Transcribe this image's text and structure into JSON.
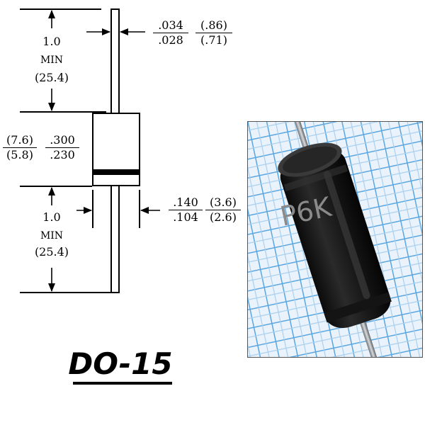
{
  "package_name": "DO-15",
  "lead_length_top": {
    "value": "1.0",
    "qualifier": "MIN",
    "metric": "(25.4)"
  },
  "lead_length_bottom": {
    "value": "1.0",
    "qualifier": "MIN",
    "metric": "(25.4)"
  },
  "lead_diameter": {
    "inch_max": ".034",
    "inch_min": ".028",
    "mm_max": "(.86)",
    "mm_min": "(.71)"
  },
  "body_length": {
    "inch_max": ".300",
    "inch_min": ".230",
    "mm_max": "(7.6)",
    "mm_min": "(5.8)"
  },
  "body_diameter": {
    "inch_max": ".140",
    "inch_min": ".104",
    "mm_max": "(3.6)",
    "mm_min": "(2.6)"
  },
  "photo": {
    "marking": "P6K"
  }
}
